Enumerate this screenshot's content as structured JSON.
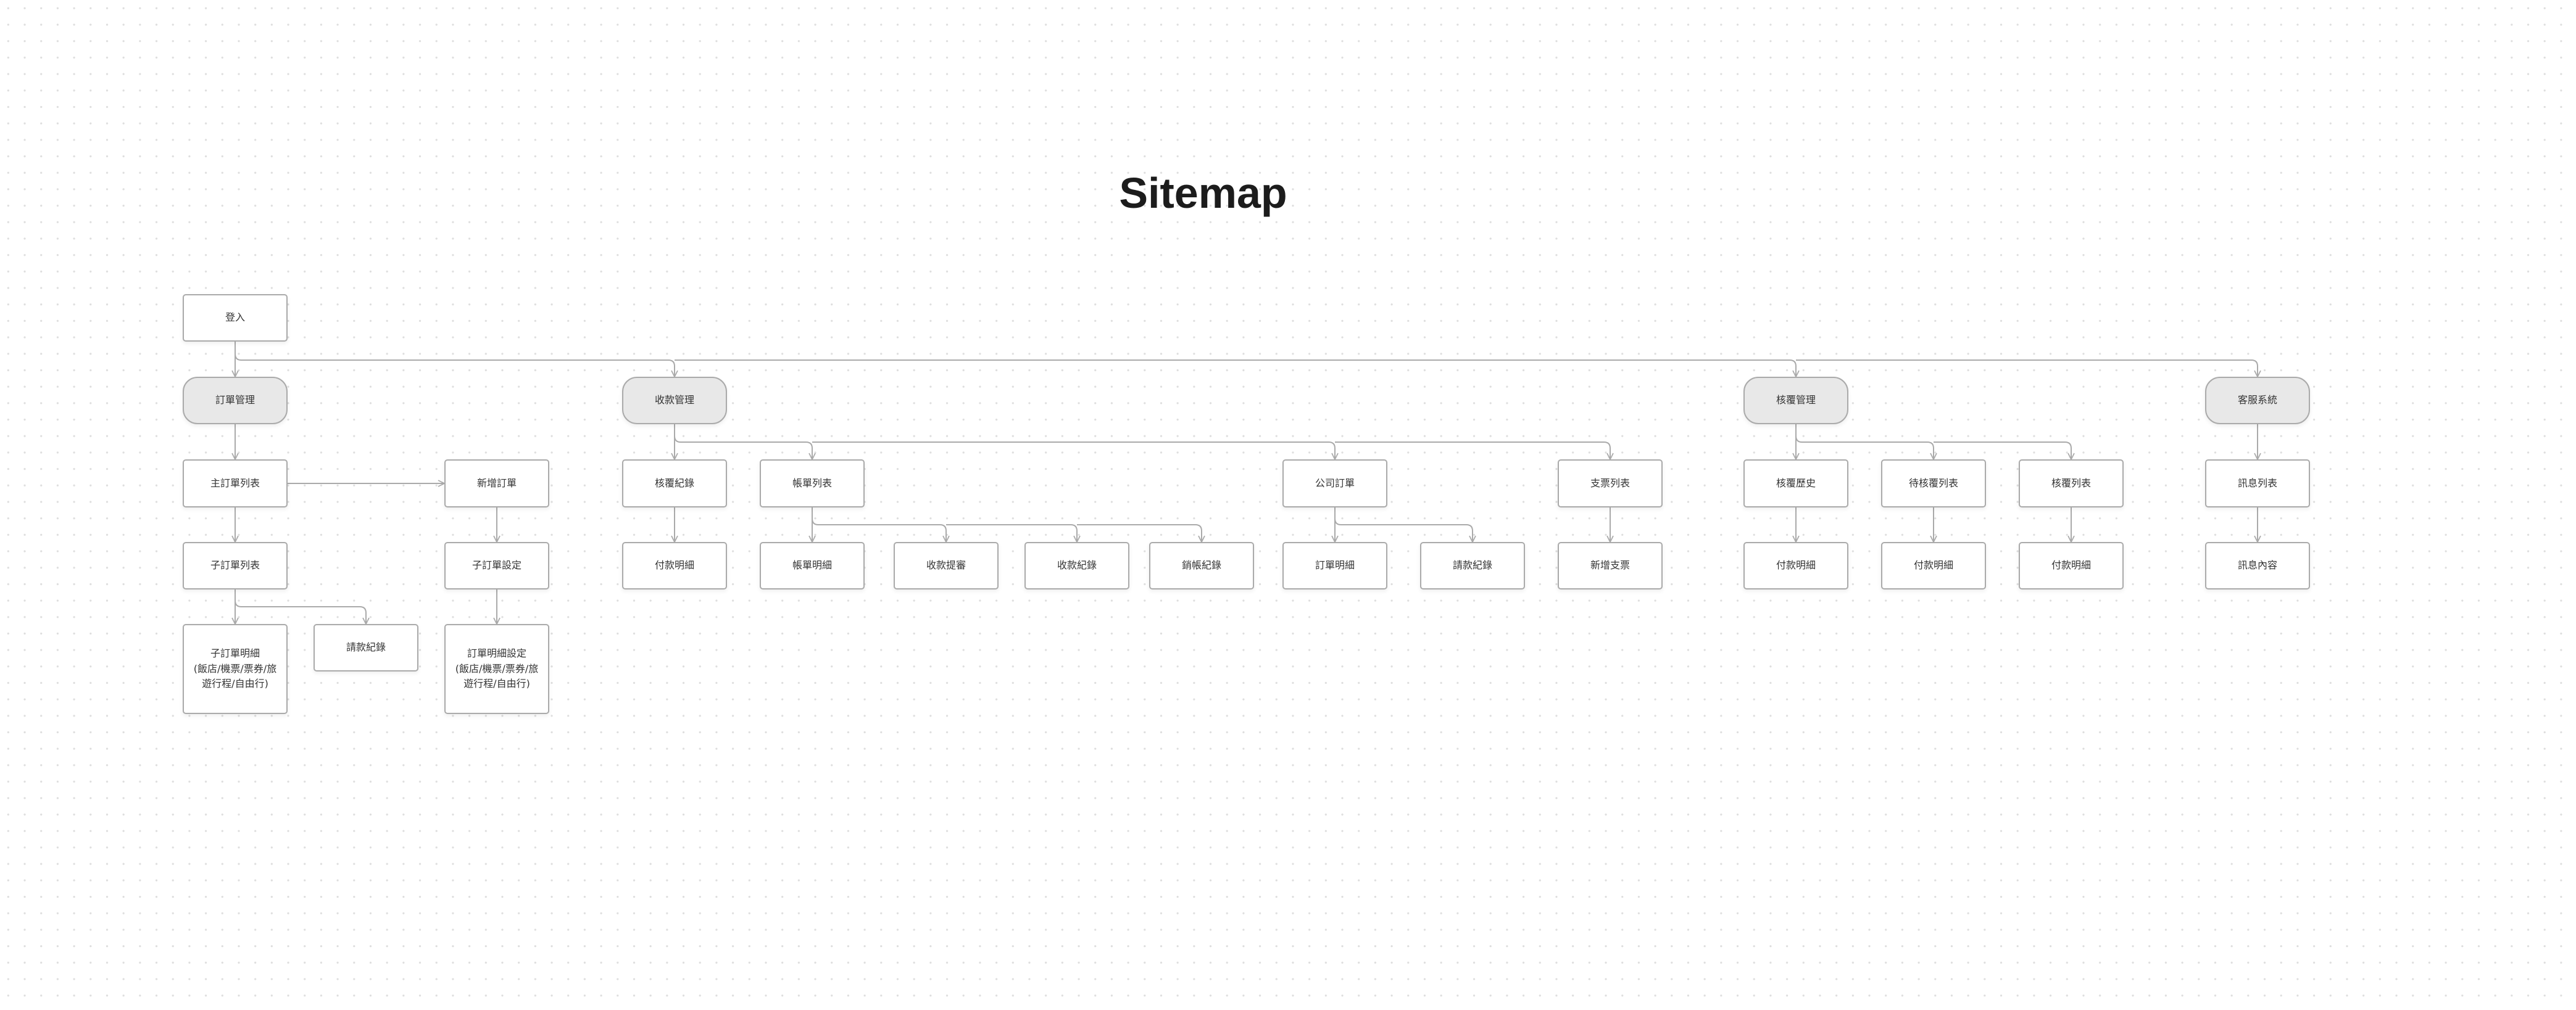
{
  "title": "Sitemap",
  "colors": {
    "node_fill": "#ffffff",
    "section_fill": "#e8e8e8",
    "border": "#aaaaaa",
    "line": "#aaaaaa",
    "title": "#1c1c1c"
  },
  "nodes": {
    "login": "登入",
    "order_mgmt": "訂單管理",
    "main_order_list": "主訂單列表",
    "new_order": "新增訂單",
    "sub_order_list": "子訂單列表",
    "sub_order_setting": "子訂單設定",
    "sub_order_detail": "子訂單明細\n(飯店/機票/票券/旅\n遊行程/自由行)",
    "refund_record_a": "請款紀錄",
    "order_detail_setting": "訂單明細設定\n(飯店/機票/票券/旅\n遊行程/自由行)",
    "payment_mgmt": "收款管理",
    "approval_record": "核覆紀錄",
    "payment_detail_a": "付款明細",
    "bill_list": "帳單列表",
    "bill_detail": "帳單明細",
    "collection_review": "收款提審",
    "collection_record": "收款紀錄",
    "writeoff_record": "銷帳紀錄",
    "company_order": "公司訂單",
    "order_detail": "訂單明細",
    "refund_record_b": "請款紀錄",
    "check_list": "支票列表",
    "new_check": "新增支票",
    "approval_mgmt": "核覆管理",
    "approval_history": "核覆歷史",
    "payment_detail_b": "付款明細",
    "pending_approval_list": "待核覆列表",
    "payment_detail_c": "付款明細",
    "approval_list": "核覆列表",
    "payment_detail_d": "付款明細",
    "customer_service": "客服系統",
    "message_list": "訊息列表",
    "message_content": "訊息內容"
  }
}
